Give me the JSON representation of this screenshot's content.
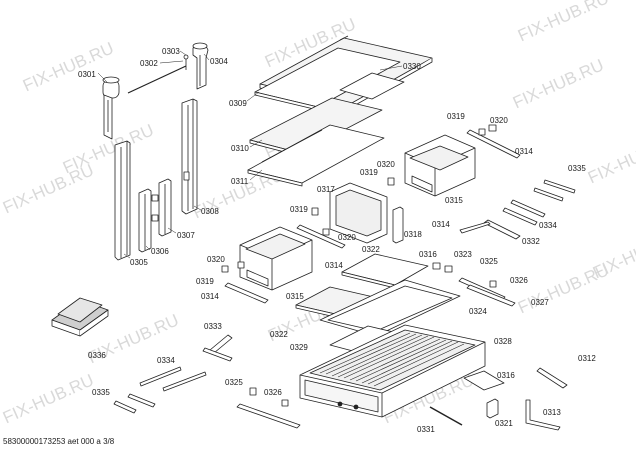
{
  "watermark": "FIX-HUB.RU",
  "footer": "58300000173253 aet 000 a 3/8",
  "labels": {
    "p0301": "0301",
    "p0302": "0302",
    "p0303": "0303",
    "p0304": "0304",
    "p0305": "0305",
    "p0306": "0306",
    "p0307": "0307",
    "p0308": "0308",
    "p0309": "0309",
    "p0310": "0310",
    "p0311": "0311",
    "p0312": "0312",
    "p0313": "0313",
    "p0314": "0314",
    "p0315": "0315",
    "p0316": "0316",
    "p0317": "0317",
    "p0318": "0318",
    "p0319": "0319",
    "p0320": "0320",
    "p0321": "0321",
    "p0322": "0322",
    "p0323": "0323",
    "p0324": "0324",
    "p0325": "0325",
    "p0326": "0326",
    "p0327": "0327",
    "p0328": "0328",
    "p0329": "0329",
    "p0330": "0330",
    "p0331": "0331",
    "p0332": "0332",
    "p0333": "0333",
    "p0334": "0334",
    "p0335": "0335",
    "p0336": "0336"
  },
  "colors": {
    "line": "#222222",
    "fill": "#ffffff",
    "shade": "#cfcfcf",
    "watermark": "#d9d9d9"
  }
}
